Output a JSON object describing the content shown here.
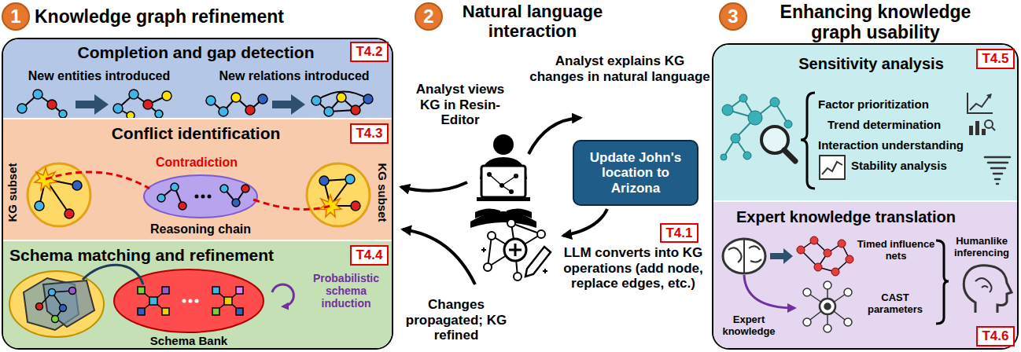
{
  "diagram": {
    "nodes": [
      {
        "text": [
          "1"
        ]
      },
      {
        "text": [
          "Knowledge graph refinement"
        ]
      },
      {
        "text": [
          "Completion and gap detection",
          "New entities introduced",
          "New relations introduced"
        ],
        "in": 1
      },
      {
        "text": [
          "T4.2"
        ],
        "in": 2
      },
      {
        "text": [
          "Conflict identification",
          "KG subset",
          "Contradiction",
          "Reasoning chain",
          "KG subset"
        ],
        "in": 1
      },
      {
        "text": [
          "T4.3"
        ],
        "in": 4
      },
      {
        "text": [
          "Schema matching and refinement",
          "Probabilistic schema induction",
          "Schema Bank"
        ],
        "in": 1
      },
      {
        "text": [
          "T4.4"
        ],
        "in": 6
      },
      {
        "text": [
          "2"
        ]
      },
      {
        "text": [
          "Update John's location to Arizona"
        ]
      },
      {
        "text": [
          "T4.1"
        ]
      },
      {
        "text": [
          "3"
        ]
      },
      {
        "text": [
          "Enhancing knowledge graph usability"
        ]
      },
      {
        "text": [
          "Sensitivity analysis",
          "Factor prioritization",
          "Trend determination",
          "Interaction understanding",
          "Stability analysis"
        ],
        "in": 12
      },
      {
        "text": [
          "T4.5"
        ],
        "in": 13
      },
      {
        "text": [
          "Expert knowledge translation",
          "Timed influence nets",
          "Humanlike inferencing",
          "Expert knowledge",
          "CAST parameters"
        ],
        "in": 12
      },
      {
        "text": [
          "T4.6"
        ],
        "in": 15
      }
    ],
    "labels": [
      "Natural language interaction",
      "Analyst views KG in Resin-Editor",
      "Analyst explains KG changes in natural language",
      "LLM converts into KG operations (add node, replace edges, etc.)",
      "Changes propagated; KG refined"
    ]
  }
}
